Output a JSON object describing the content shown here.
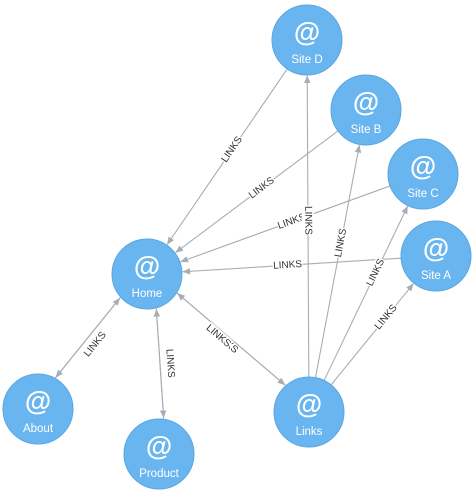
{
  "theme": {
    "node_fill": "#68b5ef",
    "edge": "#a7adb5",
    "label": "#333333"
  },
  "node_icon": "@",
  "nodes": [
    {
      "id": "site_d",
      "label": "Site D"
    },
    {
      "id": "site_b",
      "label": "Site B"
    },
    {
      "id": "site_c",
      "label": "Site C"
    },
    {
      "id": "site_a",
      "label": "Site A"
    },
    {
      "id": "home",
      "label": "Home"
    },
    {
      "id": "about",
      "label": "About"
    },
    {
      "id": "product",
      "label": "Product"
    },
    {
      "id": "links",
      "label": "Links"
    }
  ],
  "edges": [
    {
      "from": "site_d",
      "to": "home",
      "label": "LINKS"
    },
    {
      "from": "site_b",
      "to": "home",
      "label": "LINKS"
    },
    {
      "from": "site_c",
      "to": "home",
      "label": "LINKS"
    },
    {
      "from": "site_a",
      "to": "home",
      "label": "LINKS"
    },
    {
      "from": "links",
      "to": "home",
      "label": "LINKS"
    },
    {
      "from": "home",
      "to": "links",
      "label": "LINKS"
    },
    {
      "from": "links",
      "to": "site_d",
      "label": "LINKS"
    },
    {
      "from": "links",
      "to": "site_b",
      "label": "LINKS"
    },
    {
      "from": "links",
      "to": "site_c",
      "label": "LINKS"
    },
    {
      "from": "links",
      "to": "site_a",
      "label": "LINKS"
    },
    {
      "from": "home",
      "to": "about",
      "label": "LINKS"
    },
    {
      "from": "about",
      "to": "home",
      "label": "LINKS"
    },
    {
      "from": "home",
      "to": "product",
      "label": "LINKS"
    },
    {
      "from": "product",
      "to": "home",
      "label": "LINKS"
    }
  ]
}
